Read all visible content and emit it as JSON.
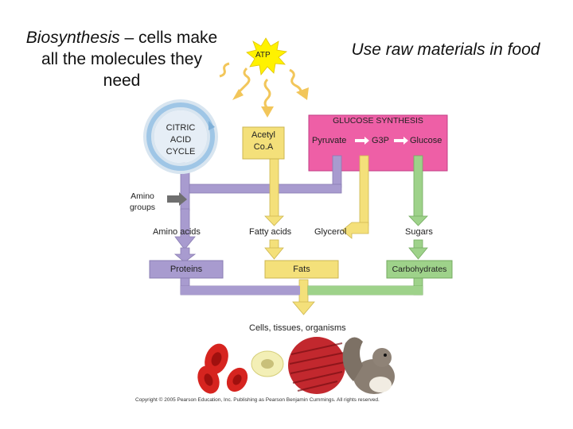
{
  "title_left": {
    "italic": "Biosynthesis",
    "rest": " – cells make all the molecules they need"
  },
  "title_right": "Use raw materials in food",
  "atp": "ATP",
  "cycle": [
    "CITRIC",
    "ACID",
    "CYCLE"
  ],
  "acetyl": [
    "Acetyl",
    "Co.A"
  ],
  "glucose_synthesis": {
    "title": "GLUCOSE SYNTHESIS",
    "pyruvate": "Pyruvate",
    "g3p": "G3P",
    "glucose": "Glucose"
  },
  "amino_groups": [
    "Amino",
    "groups"
  ],
  "labels": {
    "amino_acids": "Amino acids",
    "fatty_acids": "Fatty acids",
    "glycerol": "Glycerol",
    "sugars": "Sugars",
    "proteins": "Proteins",
    "fats": "Fats",
    "carbohydrates": "Carbohydrates",
    "cells": "Cells, tissues, organisms"
  },
  "copyright": "Copyright © 2005 Pearson Education, Inc. Publishing as Pearson Benjamin Cummings. All rights reserved.",
  "colors": {
    "purple": "#a89bcf",
    "yellow": "#f4e07a",
    "green": "#9ed28a",
    "pink": "#ee5fa6",
    "cycle": "#9fc6e6"
  }
}
